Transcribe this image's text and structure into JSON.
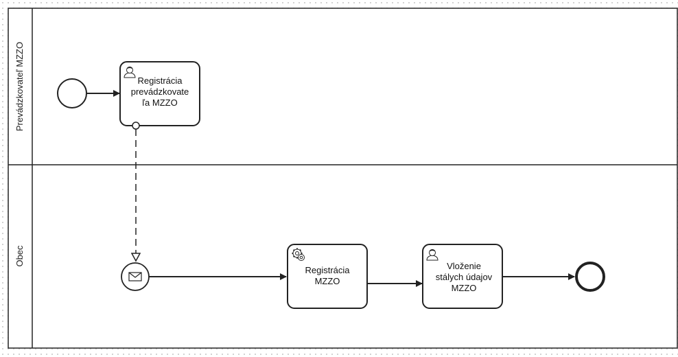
{
  "pool": {
    "lanes": [
      {
        "id": "lane-prevadzkovatel",
        "label": "Prevádzkovateľ MZZO"
      },
      {
        "id": "lane-obec",
        "label": "Obec"
      }
    ]
  },
  "tasks": [
    {
      "id": "task-registracia-prevadzkovatela",
      "label": "Registrácia prevádzkovate ľa MZZO",
      "lines": [
        "Registrácia",
        "prevádzkovate",
        "ľa MZZO"
      ],
      "type": "user",
      "icon": "user-icon"
    },
    {
      "id": "task-registracia-mzzo",
      "label": "Registrácia MZZO",
      "lines": [
        "Registrácia",
        "MZZO"
      ],
      "type": "service",
      "icon": "gear-icon"
    },
    {
      "id": "task-vlozenie",
      "label": "Vloženie stálych údajov MZZO",
      "lines": [
        "Vloženie",
        "stálych údajov",
        "MZZO"
      ],
      "type": "user",
      "icon": "user-icon"
    }
  ],
  "events": [
    {
      "id": "start-event",
      "type": "start"
    },
    {
      "id": "message-start-event",
      "type": "message-start",
      "icon": "envelope-icon"
    },
    {
      "id": "end-event",
      "type": "end"
    }
  ],
  "colors": {
    "stroke": "#222222",
    "lane_border": "#222222",
    "background": "#ffffff",
    "grid_dot": "#cfcfcf"
  }
}
